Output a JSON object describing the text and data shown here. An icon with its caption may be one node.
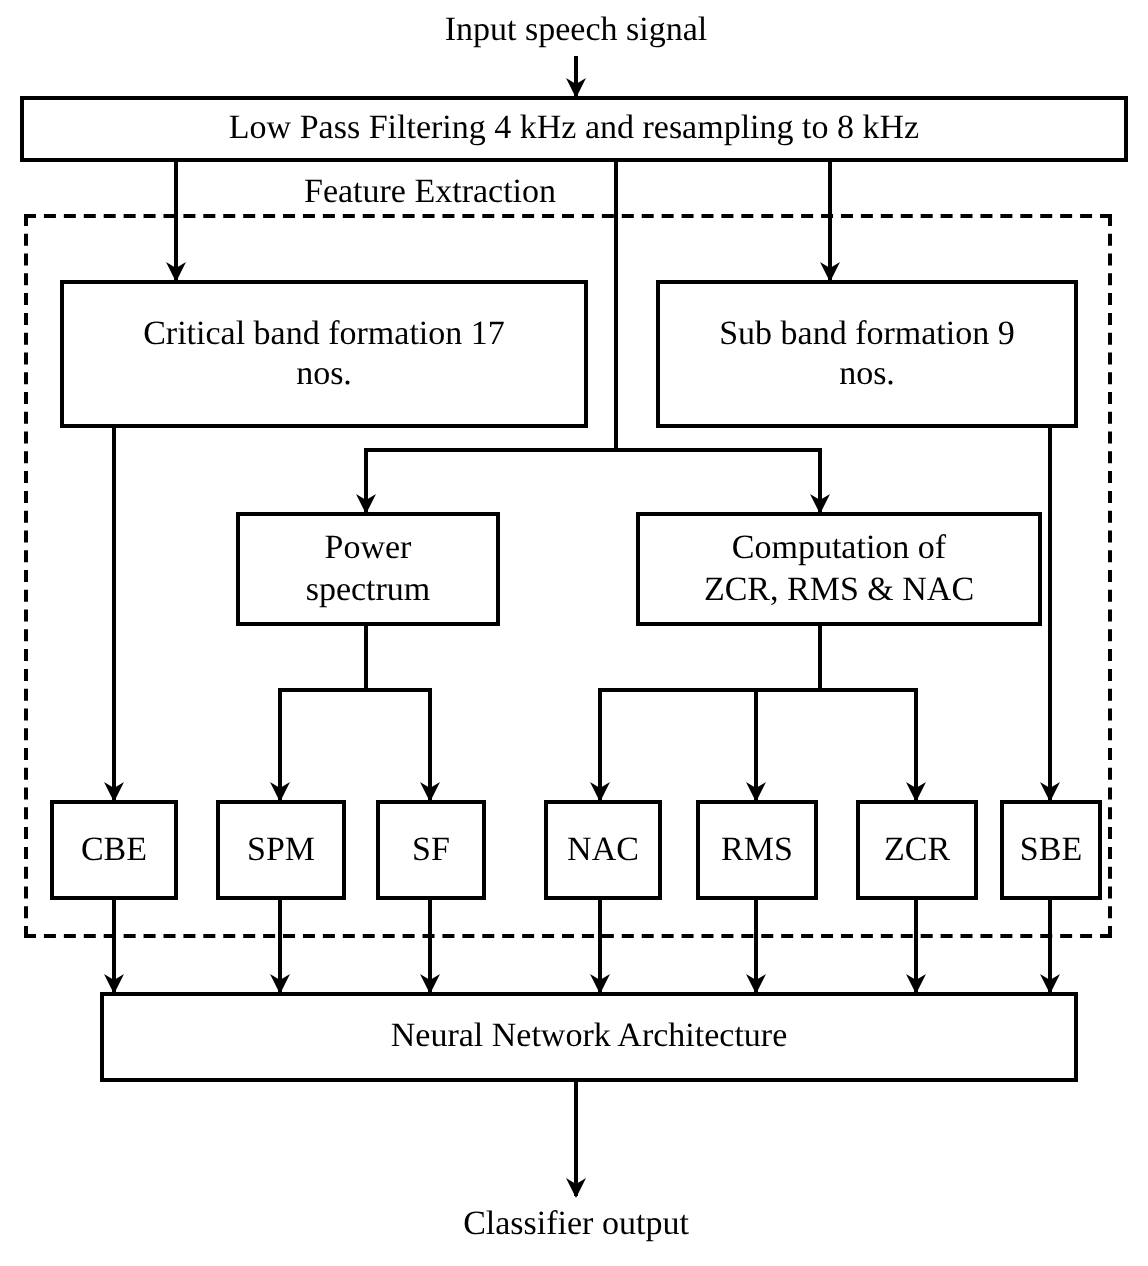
{
  "diagram": {
    "nodes": [
      {
        "text": [
          "Input speech signal"
        ]
      },
      {
        "text": [
          "Low Pass Filtering 4 kHz and resampling to 8 kHz"
        ]
      },
      {
        "text": [
          "Feature Extraction"
        ]
      },
      {
        "text": [
          "Critical band formation 17 nos."
        ],
        "in": 2
      },
      {
        "text": [
          "Sub band formation 9 nos."
        ],
        "in": 2
      },
      {
        "text": [
          "Power spectrum"
        ],
        "in": 2
      },
      {
        "text": [
          "Computation of ZCR, RMS & NAC"
        ],
        "in": 2
      },
      {
        "text": [
          "CBE"
        ],
        "in": 2
      },
      {
        "text": [
          "SPM"
        ],
        "in": 2
      },
      {
        "text": [
          "SF"
        ],
        "in": 2
      },
      {
        "text": [
          "NAC"
        ],
        "in": 2
      },
      {
        "text": [
          "RMS"
        ],
        "in": 2
      },
      {
        "text": [
          "ZCR"
        ],
        "in": 2
      },
      {
        "text": [
          "SBE"
        ],
        "in": 2
      },
      {
        "text": [
          "Neural Network Architecture"
        ]
      },
      {
        "text": [
          "Classifier output"
        ]
      }
    ],
    "edges": [
      {
        "from": 0,
        "to": 1,
        "arrow": "to"
      },
      {
        "from": 1,
        "to": 3,
        "arrow": "to"
      },
      {
        "from": 1,
        "to": 4,
        "arrow": "to"
      },
      {
        "from": 1,
        "to": 5,
        "arrow": "to"
      },
      {
        "from": 1,
        "to": 6,
        "arrow": "to"
      },
      {
        "from": 3,
        "to": 7,
        "arrow": "to"
      },
      {
        "from": 5,
        "to": 8,
        "arrow": "to"
      },
      {
        "from": 5,
        "to": 9,
        "arrow": "to"
      },
      {
        "from": 6,
        "to": 10,
        "arrow": "to"
      },
      {
        "from": 6,
        "to": 11,
        "arrow": "to"
      },
      {
        "from": 6,
        "to": 12,
        "arrow": "to"
      },
      {
        "from": 4,
        "to": 13,
        "arrow": "to"
      },
      {
        "from": 7,
        "to": 14,
        "arrow": "to"
      },
      {
        "from": 8,
        "to": 14,
        "arrow": "to"
      },
      {
        "from": 9,
        "to": 14,
        "arrow": "to"
      },
      {
        "from": 10,
        "to": 14,
        "arrow": "to"
      },
      {
        "from": 11,
        "to": 14,
        "arrow": "to"
      },
      {
        "from": 12,
        "to": 14,
        "arrow": "to"
      },
      {
        "from": 13,
        "to": 14,
        "arrow": "to"
      },
      {
        "from": 14,
        "to": 15,
        "arrow": "to"
      }
    ]
  }
}
